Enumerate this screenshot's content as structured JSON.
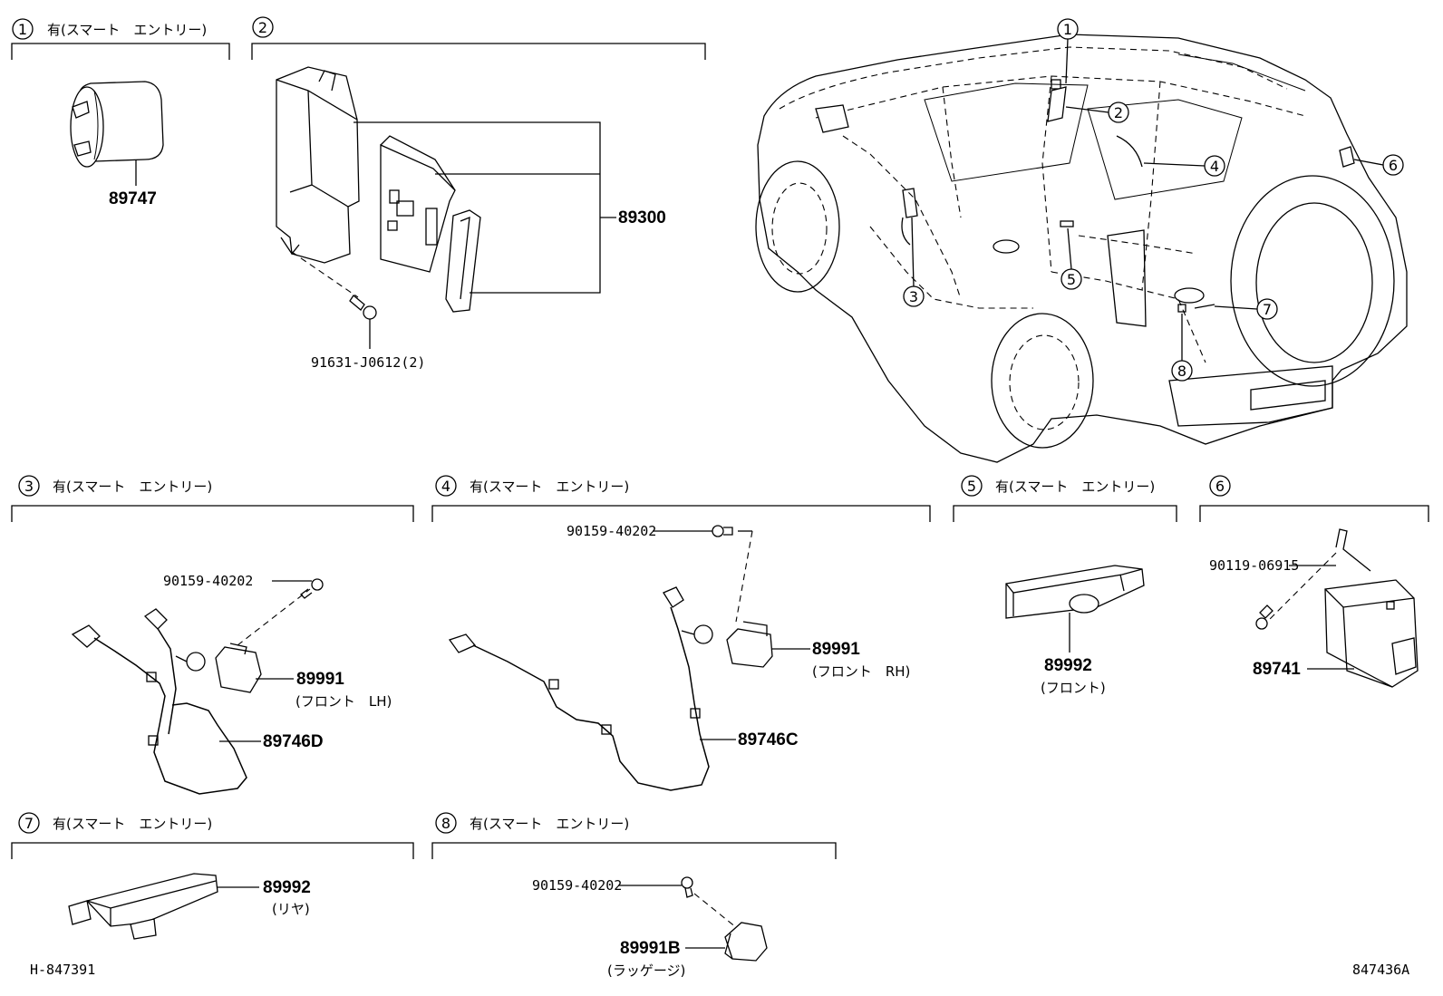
{
  "sections": [
    {
      "num": "1",
      "label": "有(スマート　エントリー)"
    },
    {
      "num": "2",
      "label": ""
    },
    {
      "num": "3",
      "label": "有(スマート　エントリー)"
    },
    {
      "num": "4",
      "label": "有(スマート　エントリー)"
    },
    {
      "num": "5",
      "label": "有(スマート　エントリー)"
    },
    {
      "num": "6",
      "label": ""
    },
    {
      "num": "7",
      "label": "有(スマート　エントリー)"
    },
    {
      "num": "8",
      "label": "有(スマート　エントリー)"
    }
  ],
  "parts": {
    "p89747": "89747",
    "p89300": "89300",
    "p91631": "91631-J0612(2)",
    "s3_bolt": "90159-40202",
    "s3_sensor": "89991",
    "s3_sensor_note": "(フロント　LH)",
    "s3_harness": "89746D",
    "s4_bolt": "90159-40202",
    "s4_sensor": "89991",
    "s4_sensor_note": "(フロント　RH)",
    "s4_harness": "89746C",
    "s5_antenna": "89992",
    "s5_antenna_note": "(フロント)",
    "s6_bolt": "90119-06915",
    "s6_unit": "89741",
    "s7_antenna": "89992",
    "s7_antenna_note": "(リヤ)",
    "s8_bolt": "90159-40202",
    "s8_sensor": "89991B",
    "s8_sensor_note": "(ラッゲージ)"
  },
  "vehicle_callouts": [
    "1",
    "2",
    "3",
    "4",
    "5",
    "6",
    "7",
    "8"
  ],
  "footer": {
    "left_code": "H-847391",
    "right_code": "847436A"
  }
}
